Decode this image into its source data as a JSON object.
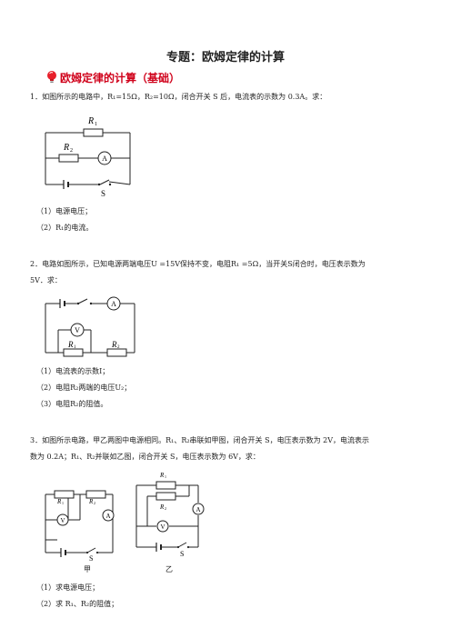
{
  "doc": {
    "title": "专题：欧姆定律的计算",
    "section": "欧姆定律的计算（基础）",
    "q1": {
      "text": "1．如图所示的电路中，R₁=15Ω，R₂=10Ω，闭合开关 S 后，电流表的示数为 0.3A。求：",
      "sub1": "（1）电源电压；",
      "sub2": "（2）R₁的电流。",
      "labels": {
        "r1": "R",
        "r1s": "1",
        "r2": "R",
        "r2s": "2",
        "ammeter": "A",
        "switch": "S"
      }
    },
    "q2": {
      "line1": "2．电路如图所示，已知电源两端电压U =15V保持不变，电阻R₁ =5Ω，当开关S闭合时，电压表示数为",
      "line2": "5V．求：",
      "sub1": "（1）电流表的示数I；",
      "sub2": "（2）电阻R₂两端的电压U₂；",
      "sub3": "（3）电阻R₂的阻值。",
      "labels": {
        "ammeter": "A",
        "voltmeter": "V",
        "r1": "R",
        "r1s": "1",
        "r2": "R",
        "r2s": "2"
      }
    },
    "q3": {
      "line1": "3．如图所示电路，甲乙两图中电源相同。R₁、R₂串联如甲图，闭合开关 S，电压表示数为 2V，电流表示",
      "line2": "数为 0.2A；R₁、R₂并联如乙图，闭合开关 S，电压表示数为 6V，求：",
      "sub1": "（1）求电源电压；",
      "sub2": "（2）求 R₁、R₂的阻值；",
      "labels": {
        "r1": "R",
        "r1s": "1",
        "r2": "R",
        "r2s": "2",
        "voltmeter": "V",
        "ammeter": "A",
        "switch": "S",
        "jia": "甲",
        "yi": "乙"
      }
    }
  }
}
